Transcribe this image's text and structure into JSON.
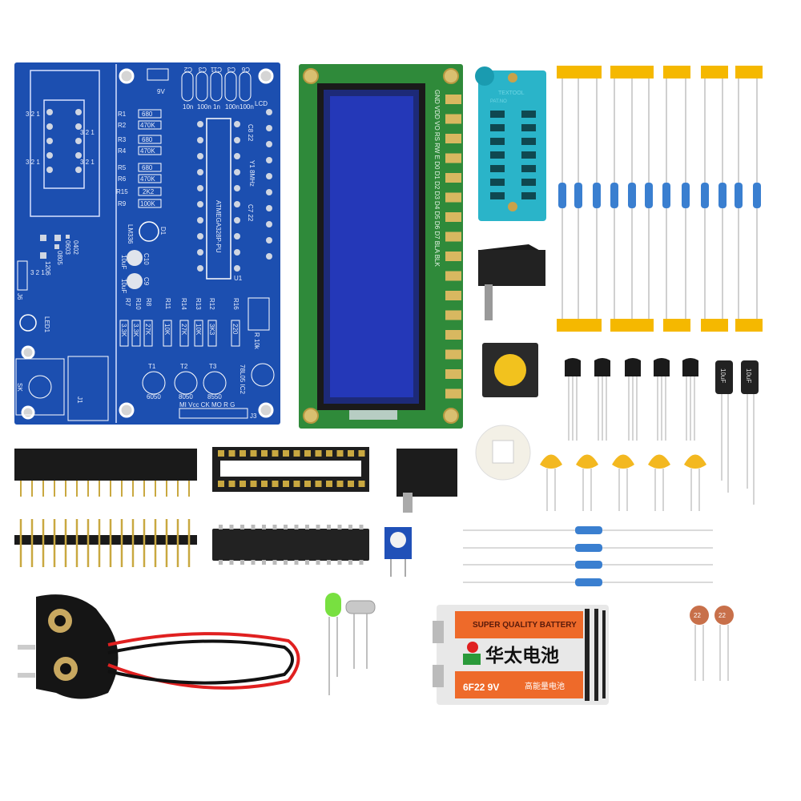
{
  "pcb": {
    "resistor_labels": [
      {
        "ref": "R1",
        "value": "680"
      },
      {
        "ref": "R2",
        "value": "470K"
      },
      {
        "ref": "R3",
        "value": "680"
      },
      {
        "ref": "R4",
        "value": "470K"
      },
      {
        "ref": "R5",
        "value": "680"
      },
      {
        "ref": "R6",
        "value": "470K"
      },
      {
        "ref": "R15",
        "value": "2K2"
      },
      {
        "ref": "R9",
        "value": "100K"
      }
    ],
    "cap_labels": [
      "10n",
      "100n",
      "1n",
      "100n",
      "100n"
    ],
    "cap_refs": [
      "C2",
      "C3",
      "C11",
      "C3",
      "C6"
    ],
    "power_label": "9V",
    "lcd_label": "LCD",
    "chip_label": "ATMEGA328P-PU",
    "u1": "U1",
    "crystal": "Y1 8MHz",
    "c8": "C8 22",
    "c7": "C7 22",
    "d1": "D1",
    "lm336": "LM336",
    "c10": "C10",
    "c9": "C9",
    "uf10": "10uF",
    "j6": "J6",
    "j6_pins": "3 2 1",
    "led": "LED1",
    "pads": [
      "0402",
      "0603",
      "0805",
      "1206"
    ],
    "lower_resistors": [
      {
        "ref": "R7",
        "value": "3.3K"
      },
      {
        "ref": "R10",
        "value": "3.3K"
      },
      {
        "ref": "R8",
        "value": "27K"
      },
      {
        "ref": "R11",
        "value": "10K"
      },
      {
        "ref": "R14",
        "value": "27K"
      },
      {
        "ref": "R13",
        "value": "10K"
      },
      {
        "ref": "R12",
        "value": "3K3"
      },
      {
        "ref": "R16",
        "value": "220"
      }
    ],
    "trimmer": "R 10k",
    "transistors": [
      {
        "ref": "T1",
        "type": "6050"
      },
      {
        "ref": "T2",
        "type": "8050"
      },
      {
        "ref": "T3",
        "type": "8550"
      }
    ],
    "regulator": "78L05 IC2",
    "isp_header": "MI Vcc CK MO R G",
    "j3": "J3",
    "j1": "J1",
    "sw": "SK",
    "header_nums": "3 2 1"
  },
  "lcd": {
    "pin_labels": "GND VDD VO RS RW E D0 D1 D2 D3 D4 D5 D6 D7 BLA BLK"
  },
  "zif_socket": {
    "brand": "TEXTOOL",
    "marking": "PAT.NO"
  },
  "capacitors": {
    "electrolytic_label": "10uF",
    "ceramic_label": "22"
  },
  "battery": {
    "top_text": "SUPER QUALITY BATTERY",
    "brand": "华太电池",
    "model": "6F22 9V",
    "tagline": "高能量电池"
  },
  "colors": {
    "pcb": "#1c4fb0",
    "lcd_board": "#2f8a3a",
    "lcd_screen": "#2438b8",
    "zif": "#2ab4c9",
    "tape": "#f5b800",
    "battery_orange": "#ee6a2a"
  }
}
